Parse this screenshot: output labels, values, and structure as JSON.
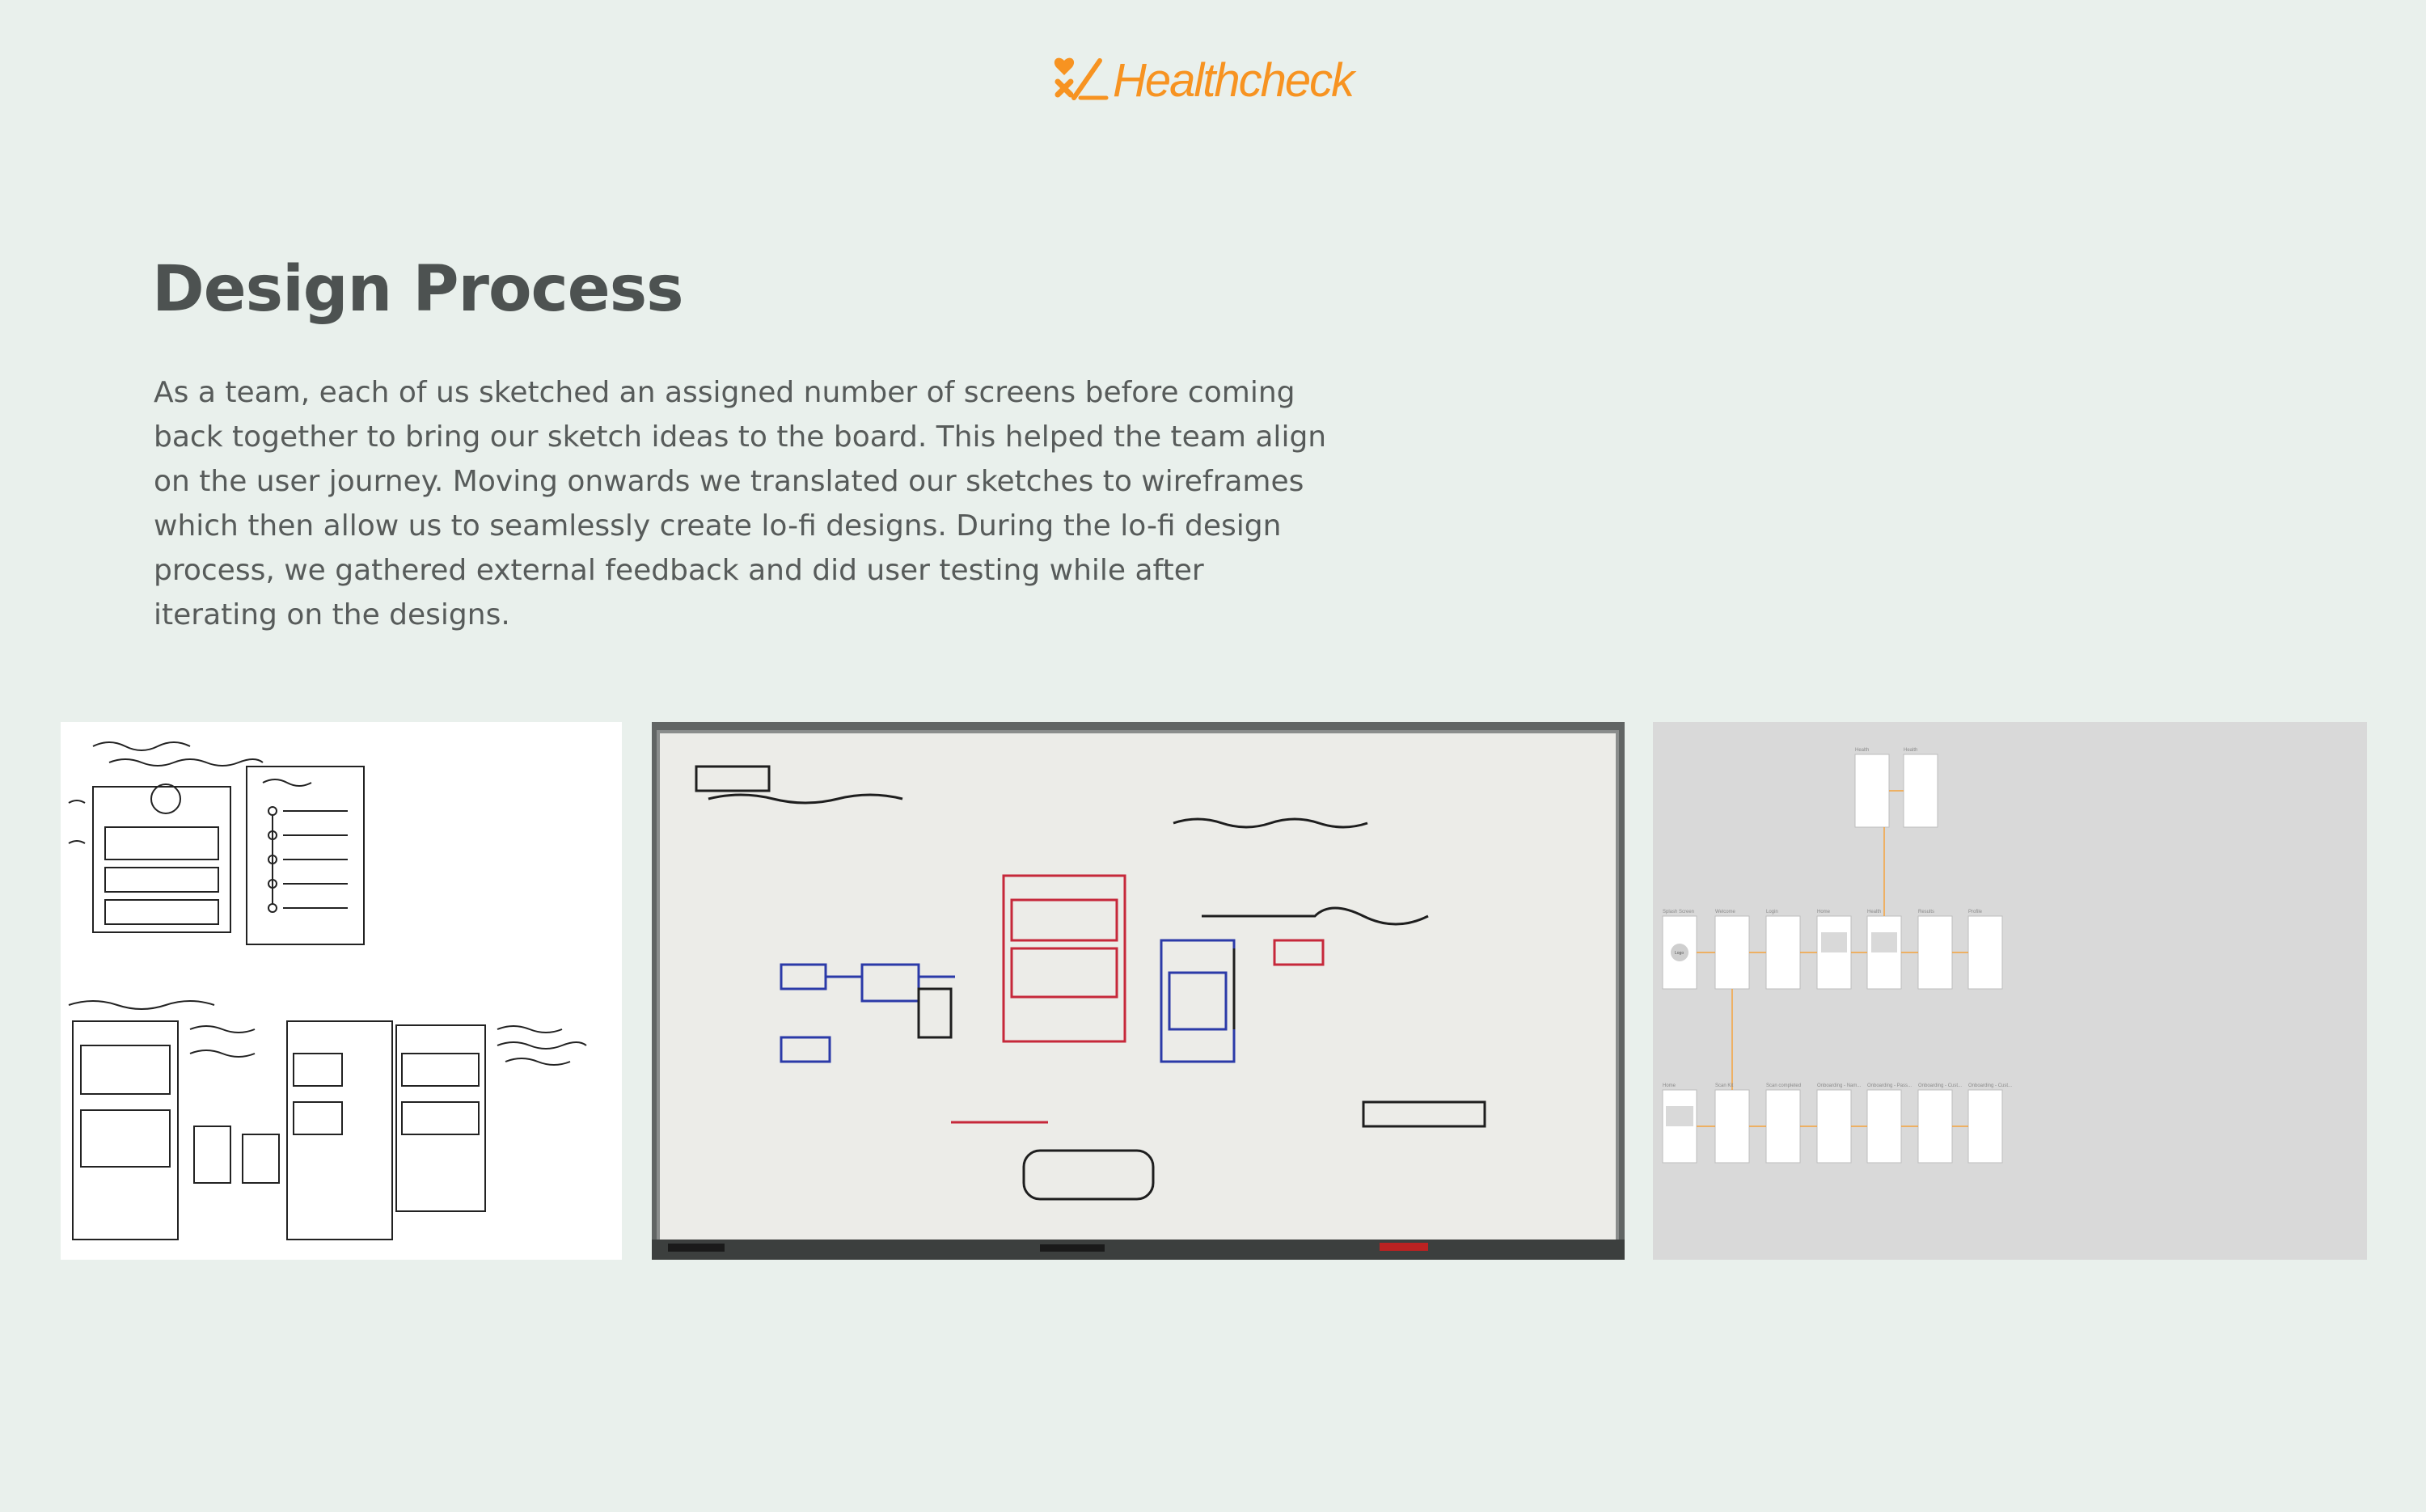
{
  "brand": {
    "name": "Healthcheck",
    "accent_color": "#f79321",
    "logo_icon": "healthcheck-logo-icon"
  },
  "page": {
    "title": "Design Process",
    "description": "As a team, each of us sketched an assigned number of screens before coming back together to bring our sketch ideas to the board. This helped the team align on the user journey. Moving onwards we translated our sketches to wireframes which then allow us to seamlessly create lo-fi designs. During the lo-fi design process, we gathered external feedback and did user testing while after iterating on the designs.",
    "background_color": "#e9f0ec",
    "text_color": "#575b5a"
  },
  "gallery": [
    {
      "kind": "paper-sketches"
    },
    {
      "kind": "whiteboard-photo"
    },
    {
      "kind": "lofi-wireframe-flow",
      "row1": [
        "Splash Screen",
        "Welcome",
        "Login",
        "Home",
        "Health",
        "Results",
        "Profile"
      ],
      "row2": [
        "Home",
        "Scan Kit",
        "Scan completed",
        "Onboarding - Nam...",
        "Onboarding - Pass...",
        "Onboarding - Cust...",
        "Onboarding - Cust..."
      ],
      "top": [
        "Health",
        "Health"
      ],
      "splash_label": "Logo"
    }
  ]
}
